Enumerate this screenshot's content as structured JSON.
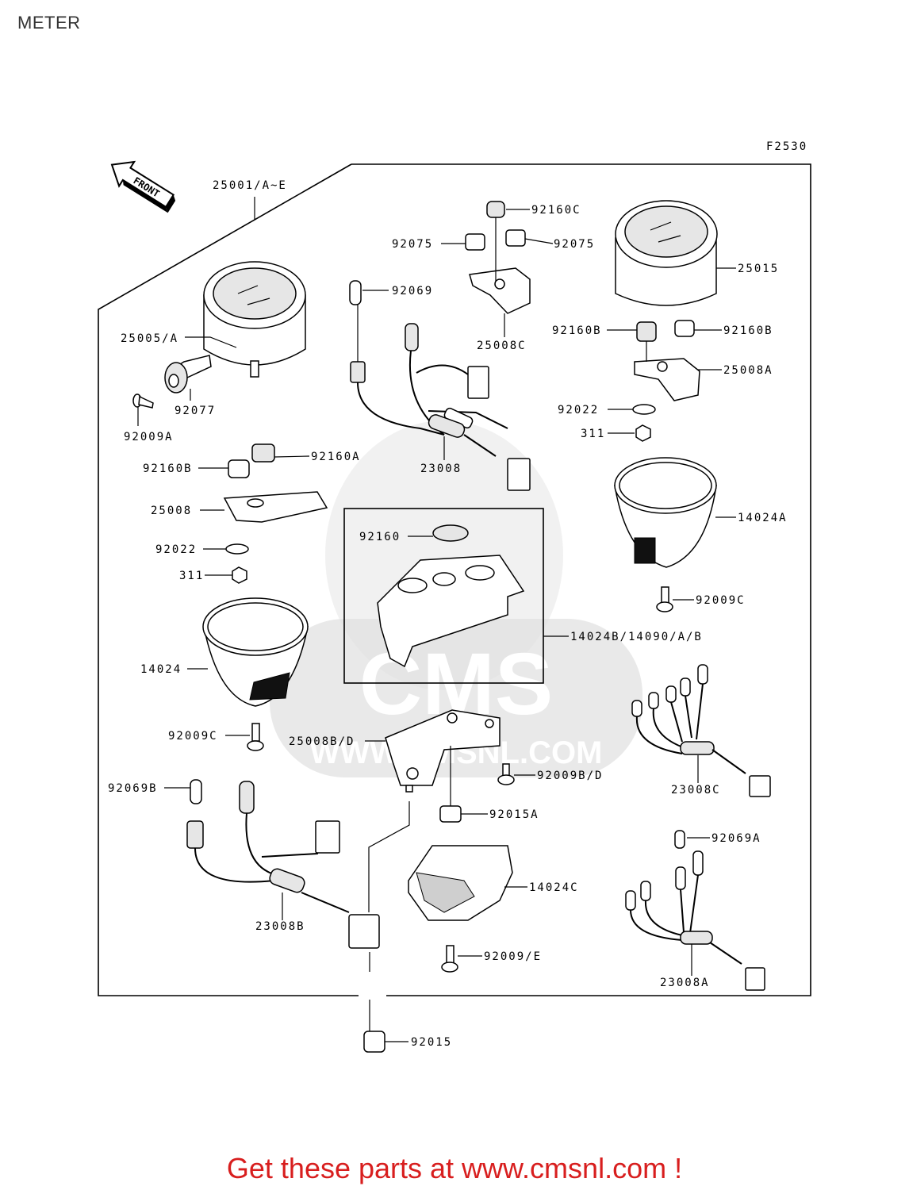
{
  "page": {
    "title": "METER",
    "footer_link": "Get these parts at www.cmsnl.com !",
    "colors": {
      "footer": "#d81e1e",
      "title": "#333333",
      "watermark": "#dadada"
    }
  },
  "diagram": {
    "code": "F2530",
    "front_label": "FRONT",
    "watermark_text": "CMS",
    "watermark_url": "WWW.CMSNL.COM",
    "parts": [
      {
        "id": "p25001",
        "label": "25001/A~E"
      },
      {
        "id": "p92160C",
        "label": "92160C"
      },
      {
        "id": "p92075L",
        "label": "92075"
      },
      {
        "id": "p92075R",
        "label": "92075"
      },
      {
        "id": "p92069",
        "label": "92069"
      },
      {
        "id": "p25015",
        "label": "25015"
      },
      {
        "id": "p25008C",
        "label": "25008C"
      },
      {
        "id": "p25005A",
        "label": "25005/A"
      },
      {
        "id": "p92160BR1",
        "label": "92160B"
      },
      {
        "id": "p92160BR2",
        "label": "92160B"
      },
      {
        "id": "p25008A",
        "label": "25008A"
      },
      {
        "id": "p92077",
        "label": "92077"
      },
      {
        "id": "p92022R",
        "label": "92022"
      },
      {
        "id": "p92009A",
        "label": "92009A"
      },
      {
        "id": "p311R",
        "label": "311"
      },
      {
        "id": "p23008",
        "label": "23008"
      },
      {
        "id": "p92160BL",
        "label": "92160B"
      },
      {
        "id": "p92160A",
        "label": "92160A"
      },
      {
        "id": "p25008",
        "label": "25008"
      },
      {
        "id": "p14024A",
        "label": "14024A"
      },
      {
        "id": "p92160",
        "label": "92160"
      },
      {
        "id": "p92022L",
        "label": "92022"
      },
      {
        "id": "p311L",
        "label": "311"
      },
      {
        "id": "p92009CR",
        "label": "92009C"
      },
      {
        "id": "p14024B",
        "label": "14024B/14090/A/B"
      },
      {
        "id": "p14024",
        "label": "14024"
      },
      {
        "id": "p92009CL",
        "label": "92009C"
      },
      {
        "id": "p25008BD",
        "label": "25008B/D"
      },
      {
        "id": "p23008C",
        "label": "23008C"
      },
      {
        "id": "p92069B",
        "label": "92069B"
      },
      {
        "id": "p92009BD",
        "label": "92009B/D"
      },
      {
        "id": "p92015A",
        "label": "92015A"
      },
      {
        "id": "p92069A",
        "label": "92069A"
      },
      {
        "id": "p14024C",
        "label": "14024C"
      },
      {
        "id": "p23008B",
        "label": "23008B"
      },
      {
        "id": "p92009E",
        "label": "92009/E"
      },
      {
        "id": "p23008A",
        "label": "23008A"
      },
      {
        "id": "p92015",
        "label": "92015"
      }
    ]
  }
}
